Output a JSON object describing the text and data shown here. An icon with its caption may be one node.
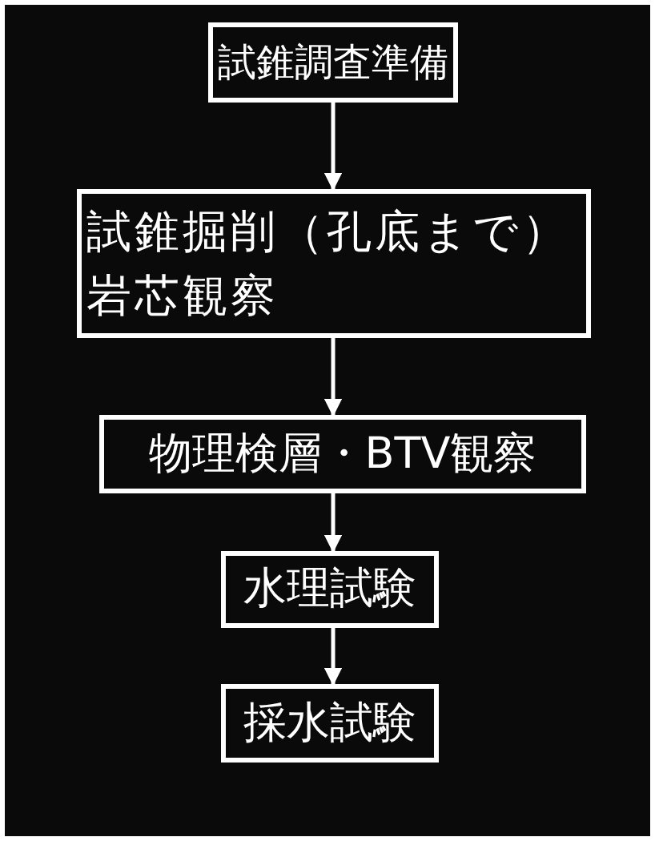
{
  "diagram": {
    "nodes": [
      {
        "text": [
          "試錐調査準備"
        ]
      },
      {
        "text": [
          "試錐掘削（孔底まで）岩芯観察"
        ]
      },
      {
        "text": [
          "物理検層・BTV観察"
        ]
      },
      {
        "text": [
          "水理試験"
        ]
      },
      {
        "text": [
          "採水試験"
        ]
      }
    ],
    "edges": [
      {
        "from": 0,
        "to": 1,
        "arrow": "to"
      },
      {
        "from": 1,
        "to": 2,
        "arrow": "to"
      },
      {
        "from": 2,
        "to": 3,
        "arrow": "to"
      },
      {
        "from": 3,
        "to": 4,
        "arrow": "to"
      }
    ]
  }
}
